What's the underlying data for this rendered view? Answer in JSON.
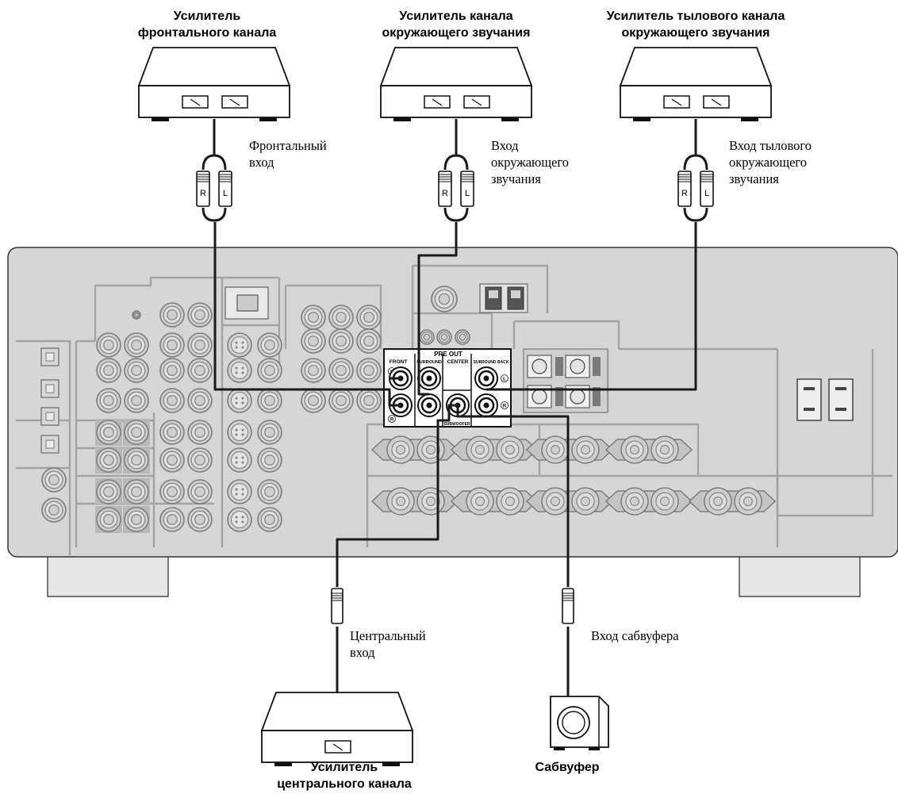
{
  "headings": {
    "front_amp": [
      "Усилитель",
      "фронтального канала"
    ],
    "surround_amp": [
      "Усилитель канала",
      "окружающего звучания"
    ],
    "surround_back_amp": [
      "Усилитель тылового канала",
      "окружающего звучания"
    ],
    "center_amp": [
      "Усилитель",
      "центрального канала"
    ],
    "subwoofer": [
      "Сабвуфер"
    ]
  },
  "input_labels": {
    "front_input": [
      "Фронтальный",
      "вход"
    ],
    "surround_input": [
      "Вход",
      "окружающего",
      "звучания"
    ],
    "surround_back_input": [
      "Вход тылового",
      "окружающего",
      "звучания"
    ],
    "center_input": [
      "Центральный",
      "вход"
    ],
    "subwoofer_input": [
      "Вход сабвуфера"
    ]
  },
  "plug_letters": {
    "right": "R",
    "left": "L"
  },
  "preout_panel": {
    "title": "PRE OUT",
    "front": "FRONT",
    "surround": "SURROUND",
    "center": "CENTER",
    "surround_back": "SURROUND BACK",
    "subwoofer": "SUBWOOFER",
    "left_mark": "L",
    "right_mark": "R"
  },
  "colors": {
    "receiver_panel": "#d6d6d6",
    "receiver_outline": "#333333",
    "section_lines": "#a3a3a3",
    "jack_fill": "#c9c9c9",
    "cable": "#1a1a1a",
    "device_body": "#ffffff"
  }
}
